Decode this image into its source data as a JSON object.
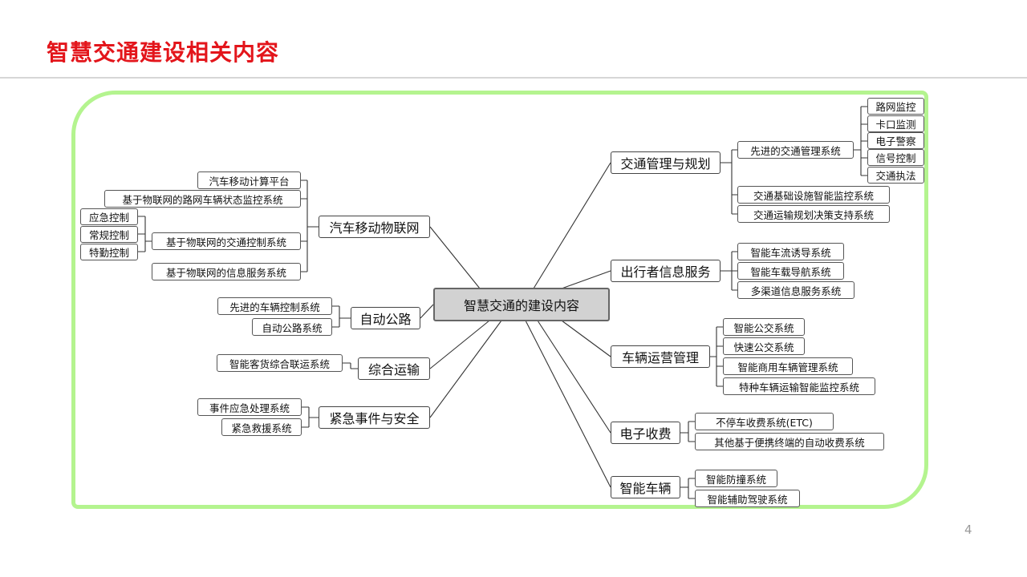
{
  "slide": {
    "title": "智慧交通建设相关内容",
    "page_number": "4"
  },
  "colors": {
    "title_red": "#e3151b",
    "frame_green": "#b4f48f",
    "root_fill": "#d2d2d2"
  },
  "mindmap": {
    "root": "智慧交通的建设内容",
    "branches": {
      "traffic_mgmt": {
        "label": "交通管理与规划",
        "children": {
          "advanced_mgmt": {
            "label": "先进的交通管理系统",
            "children": [
              "路网监控",
              "卡口监测",
              "电子警察",
              "信号控制",
              "交通执法"
            ]
          },
          "infra_monitor": {
            "label": "交通基础设施智能监控系统"
          },
          "planning_support": {
            "label": "交通运输规划决策支持系统"
          }
        }
      },
      "traveler_info": {
        "label": "出行者信息服务",
        "children": [
          "智能车流诱导系统",
          "智能车载导航系统",
          "多渠道信息服务系统"
        ]
      },
      "vehicle_ops": {
        "label": "车辆运营管理",
        "children": [
          "智能公交系统",
          "快速公交系统",
          "智能商用车辆管理系统",
          "特种车辆运输智能监控系统"
        ]
      },
      "e_toll": {
        "label": "电子收费",
        "children": [
          "不停车收费系统(ETC)",
          "其他基于便携终端的自动收费系统"
        ]
      },
      "smart_vehicle": {
        "label": "智能车辆",
        "children": [
          "智能防撞系统",
          "智能辅助驾驶系统"
        ]
      },
      "vehicle_iot": {
        "label": "汽车移动物联网",
        "children": {
          "mobile_computing": {
            "label": "汽车移动计算平台"
          },
          "state_monitor": {
            "label": "基于物联网的路网车辆状态监控系统"
          },
          "traffic_control": {
            "label": "基于物联网的交通控制系统",
            "children": [
              "应急控制",
              "常规控制",
              "特勤控制"
            ]
          },
          "info_service": {
            "label": "基于物联网的信息服务系统"
          }
        }
      },
      "auto_highway": {
        "label": "自动公路",
        "children": [
          "先进的车辆控制系统",
          "自动公路系统"
        ]
      },
      "integrated_transport": {
        "label": "综合运输",
        "children": [
          "智能客货综合联运系统"
        ]
      },
      "emergency_safety": {
        "label": "紧急事件与安全",
        "children": [
          "事件应急处理系统",
          "紧急救援系统"
        ]
      }
    }
  }
}
